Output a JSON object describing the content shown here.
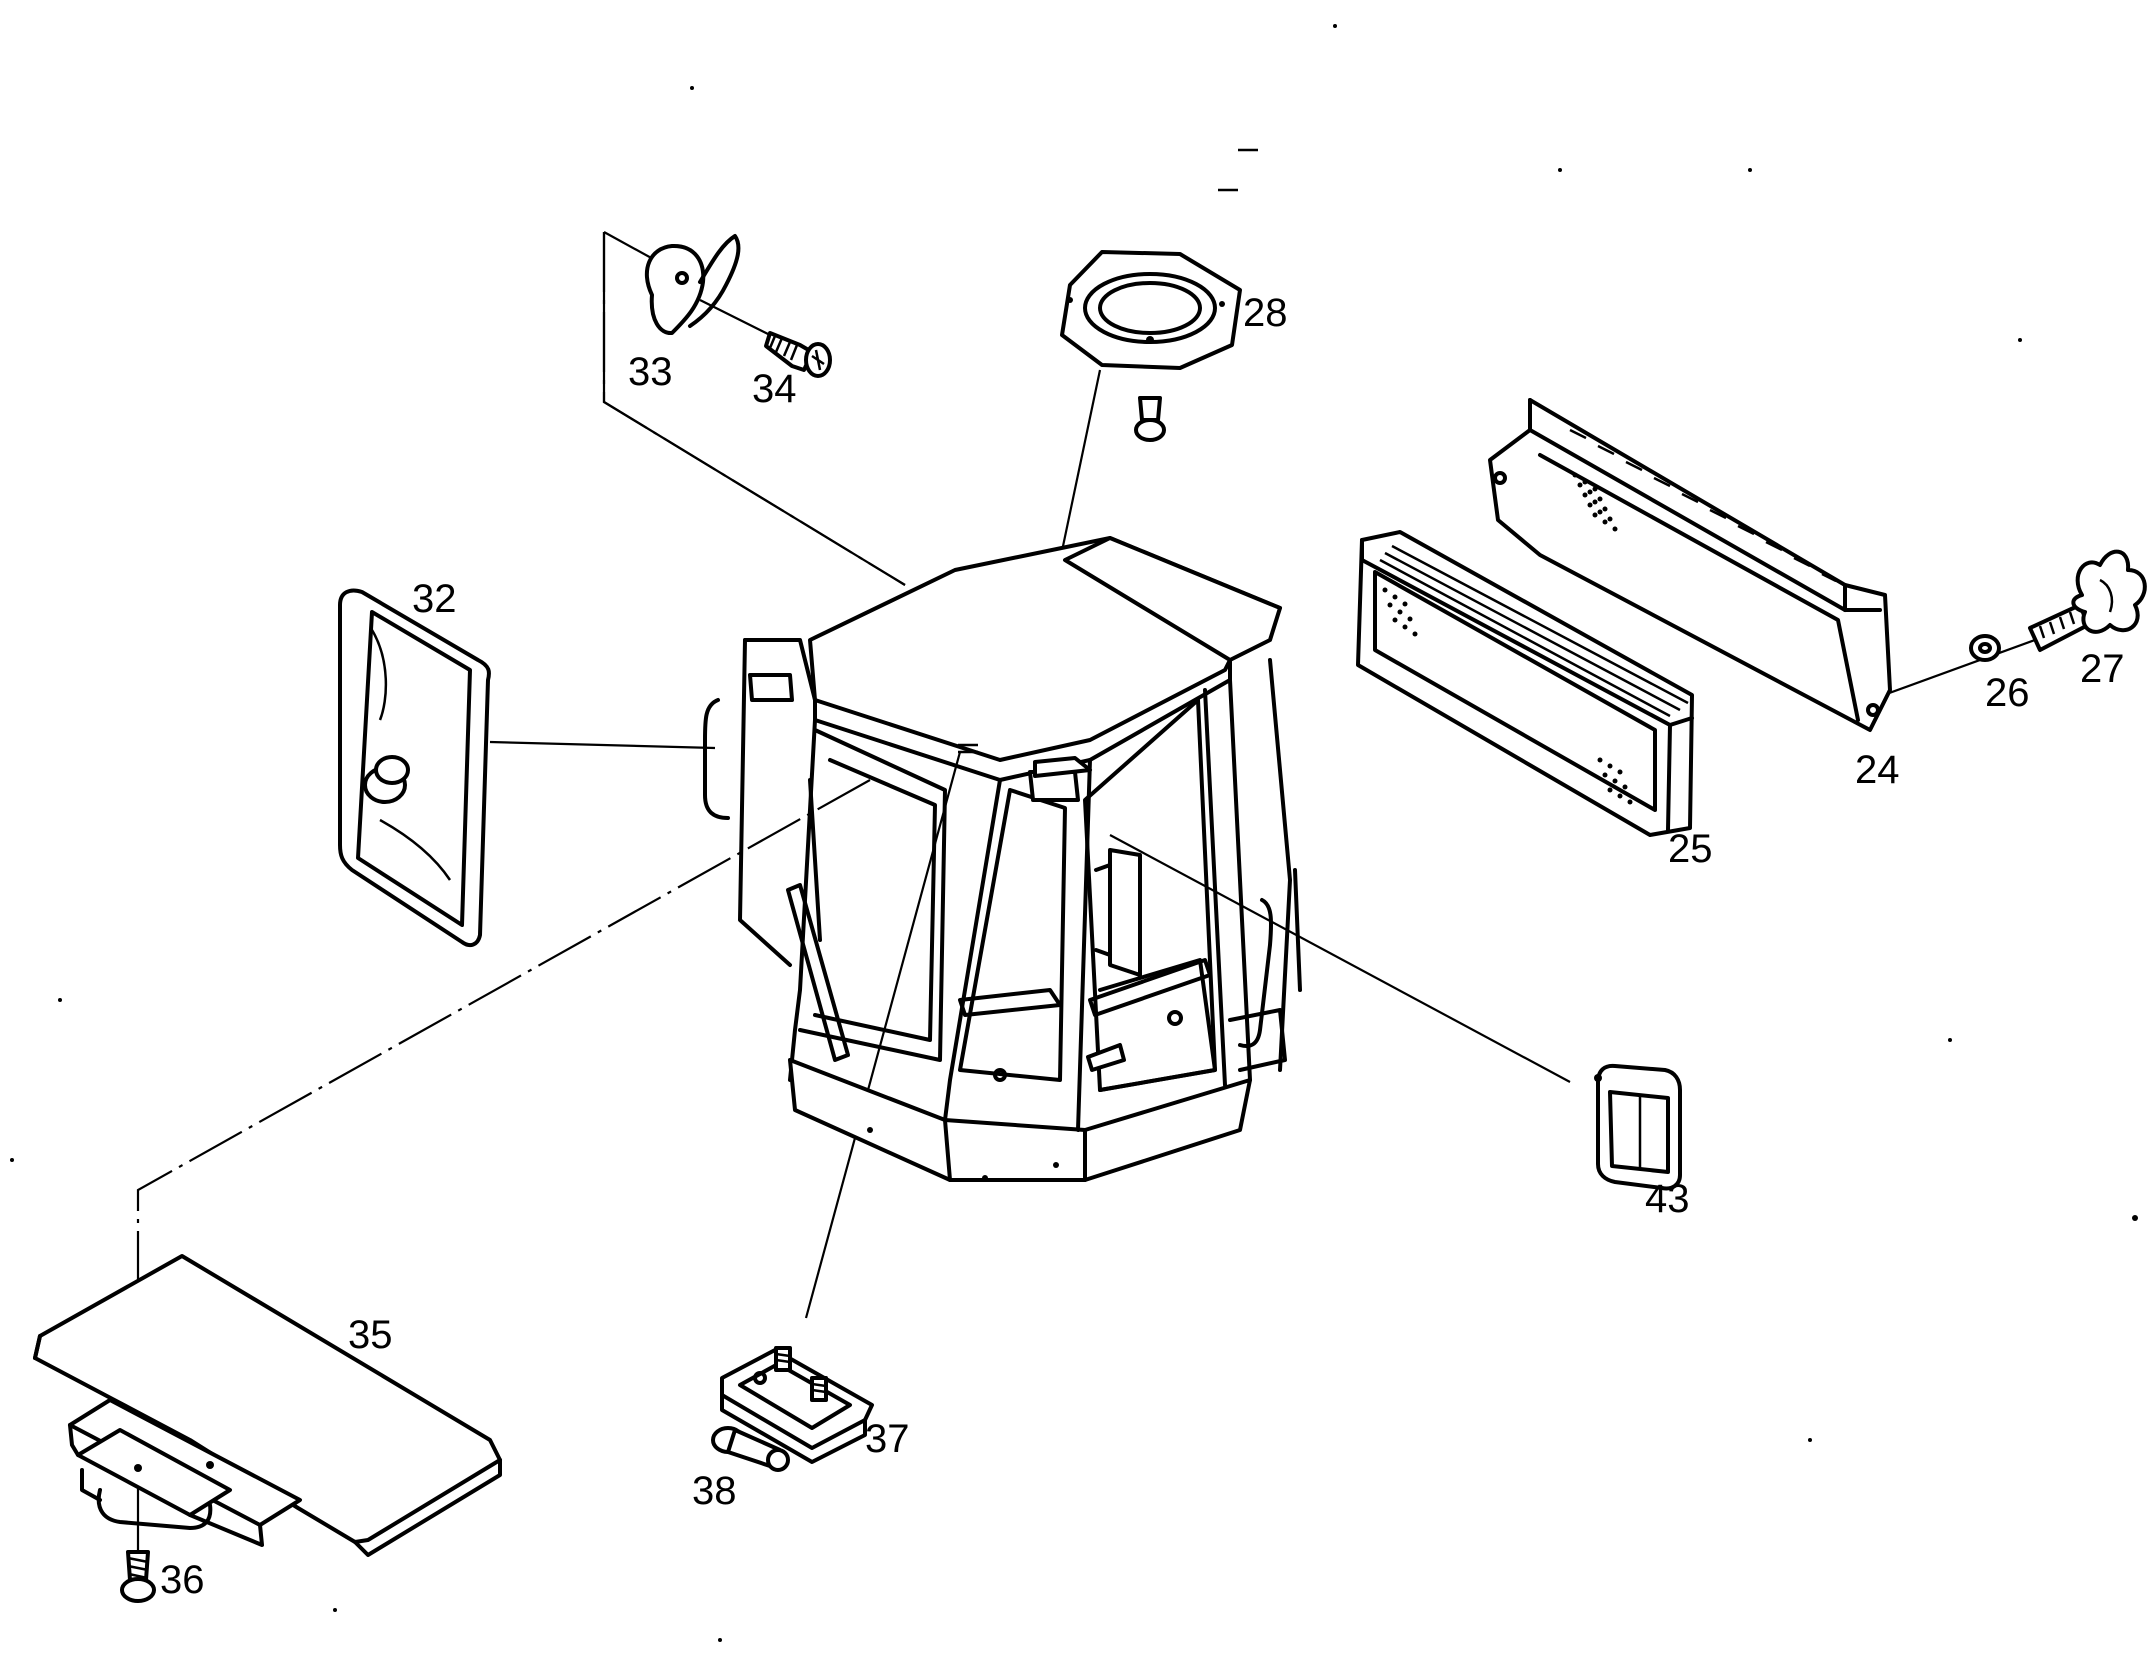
{
  "diagram": {
    "callouts": [
      {
        "id": "24",
        "label": "24"
      },
      {
        "id": "25",
        "label": "25"
      },
      {
        "id": "26",
        "label": "26"
      },
      {
        "id": "27",
        "label": "27"
      },
      {
        "id": "28",
        "label": "28"
      },
      {
        "id": "32",
        "label": "32"
      },
      {
        "id": "33",
        "label": "33"
      },
      {
        "id": "34",
        "label": "34"
      },
      {
        "id": "35",
        "label": "35"
      },
      {
        "id": "36",
        "label": "36"
      },
      {
        "id": "37",
        "label": "37"
      },
      {
        "id": "38",
        "label": "38"
      },
      {
        "id": "43",
        "label": "43"
      }
    ]
  }
}
